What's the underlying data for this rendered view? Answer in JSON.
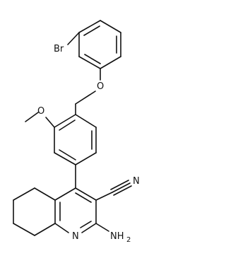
{
  "molecule": {
    "atoms": {
      "bromine": "Br",
      "ether_oxygen": "O",
      "methoxy_oxygen": "O",
      "nitrile_nitrogen": "N",
      "ring_nitrogen": "N",
      "amino_group": "NH",
      "amino_subscript": "2"
    }
  }
}
